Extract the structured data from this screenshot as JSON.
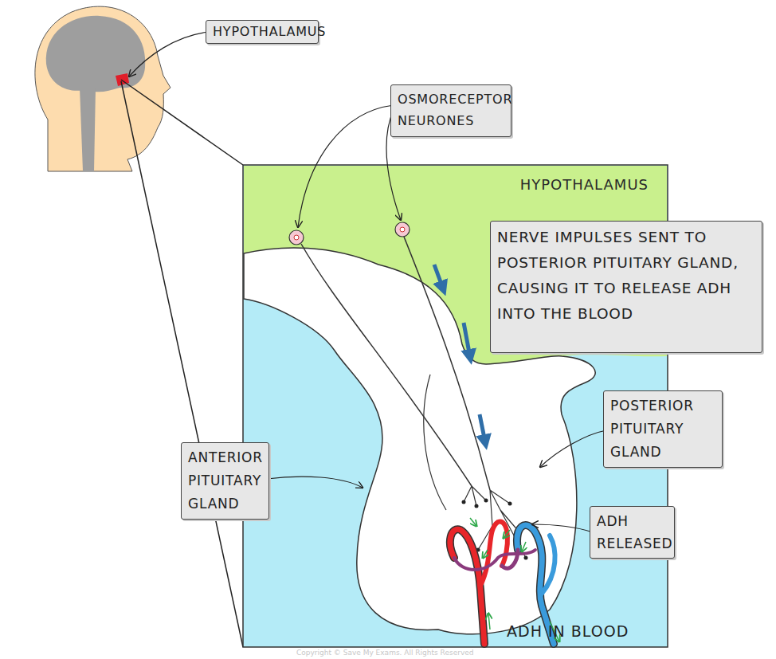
{
  "diagram": {
    "nodes": [
      {
        "text": [
          "HYPOTHALAMUS"
        ]
      },
      {
        "text": [
          "OSMORECEPTOR NEURONES"
        ]
      },
      {
        "text": [
          "HYPOTHALAMUS"
        ]
      },
      {
        "text": [
          "NERVE IMPULSES SENT TO POSTERIOR PITUITARY GLAND, CAUSING IT TO RELEASE ADH INTO THE BLOOD"
        ]
      },
      {
        "text": [
          "POSTERIOR PITUITARY GLAND"
        ]
      },
      {
        "text": [
          "ANTERIOR PITUITARY GLAND"
        ]
      },
      {
        "text": [
          "ADH RELEASED"
        ]
      }
    ],
    "labels": [
      "ADH IN BLOOD",
      "Copyright © Save My Exams. All Rights Reserved"
    ]
  }
}
